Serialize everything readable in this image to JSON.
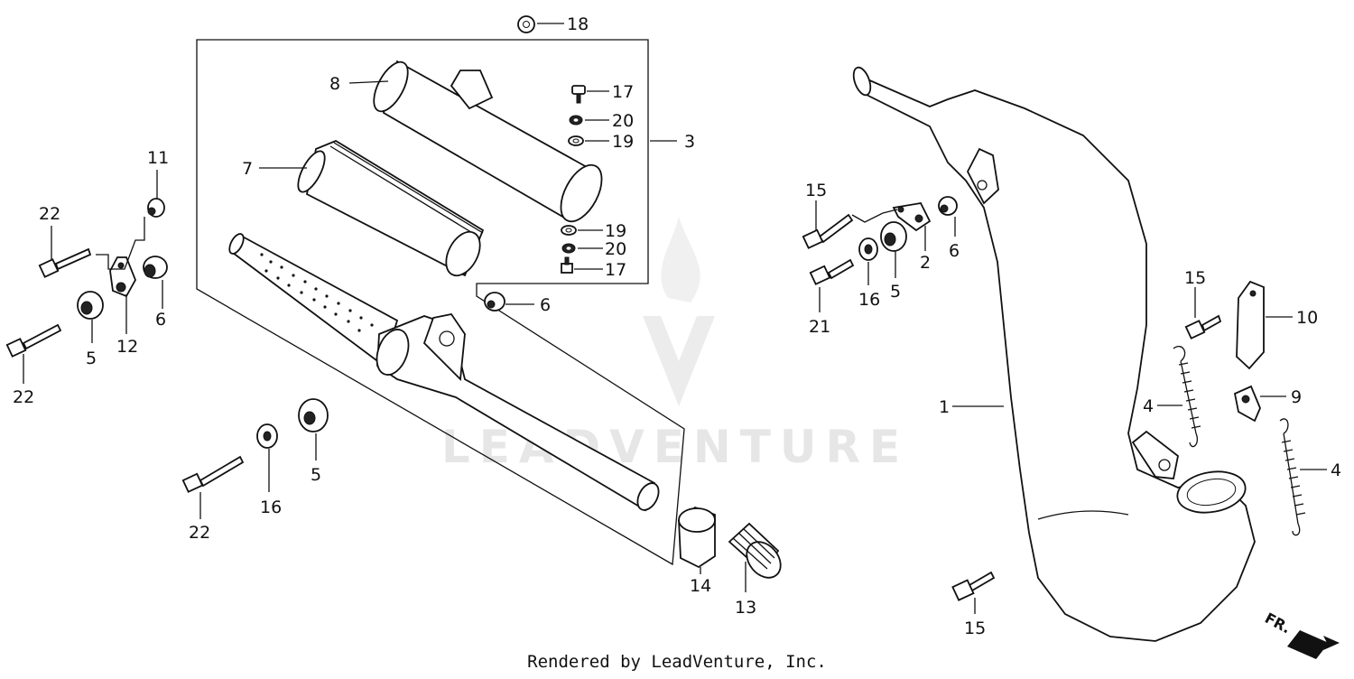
{
  "watermark": {
    "text": "LEADVENTURE"
  },
  "footer": {
    "credit": "Rendered by LeadVenture, Inc."
  },
  "direction_arrow": {
    "label": "FR."
  },
  "callouts": [
    {
      "id": "c18",
      "number": "18"
    },
    {
      "id": "c8",
      "number": "8"
    },
    {
      "id": "c17a",
      "number": "17"
    },
    {
      "id": "c20a",
      "number": "20"
    },
    {
      "id": "c19a",
      "number": "19"
    },
    {
      "id": "c3",
      "number": "3"
    },
    {
      "id": "c7",
      "number": "7"
    },
    {
      "id": "c19b",
      "number": "19"
    },
    {
      "id": "c20b",
      "number": "20"
    },
    {
      "id": "c17b",
      "number": "17"
    },
    {
      "id": "c6a",
      "number": "6"
    },
    {
      "id": "c11",
      "number": "11"
    },
    {
      "id": "c22a",
      "number": "22"
    },
    {
      "id": "c6b",
      "number": "6"
    },
    {
      "id": "c5a",
      "number": "5"
    },
    {
      "id": "c12",
      "number": "12"
    },
    {
      "id": "c22b",
      "number": "22"
    },
    {
      "id": "c5b",
      "number": "5"
    },
    {
      "id": "c16a",
      "number": "16"
    },
    {
      "id": "c22c",
      "number": "22"
    },
    {
      "id": "c14",
      "number": "14"
    },
    {
      "id": "c13",
      "number": "13"
    },
    {
      "id": "c15a",
      "number": "15"
    },
    {
      "id": "c2",
      "number": "2"
    },
    {
      "id": "c6c",
      "number": "6"
    },
    {
      "id": "c21",
      "number": "21"
    },
    {
      "id": "c16b",
      "number": "16"
    },
    {
      "id": "c5c",
      "number": "5"
    },
    {
      "id": "c15b",
      "number": "15"
    },
    {
      "id": "c10",
      "number": "10"
    },
    {
      "id": "c1",
      "number": "1"
    },
    {
      "id": "c4a",
      "number": "4"
    },
    {
      "id": "c9",
      "number": "9"
    },
    {
      "id": "c4b",
      "number": "4"
    },
    {
      "id": "c15c",
      "number": "15"
    }
  ]
}
